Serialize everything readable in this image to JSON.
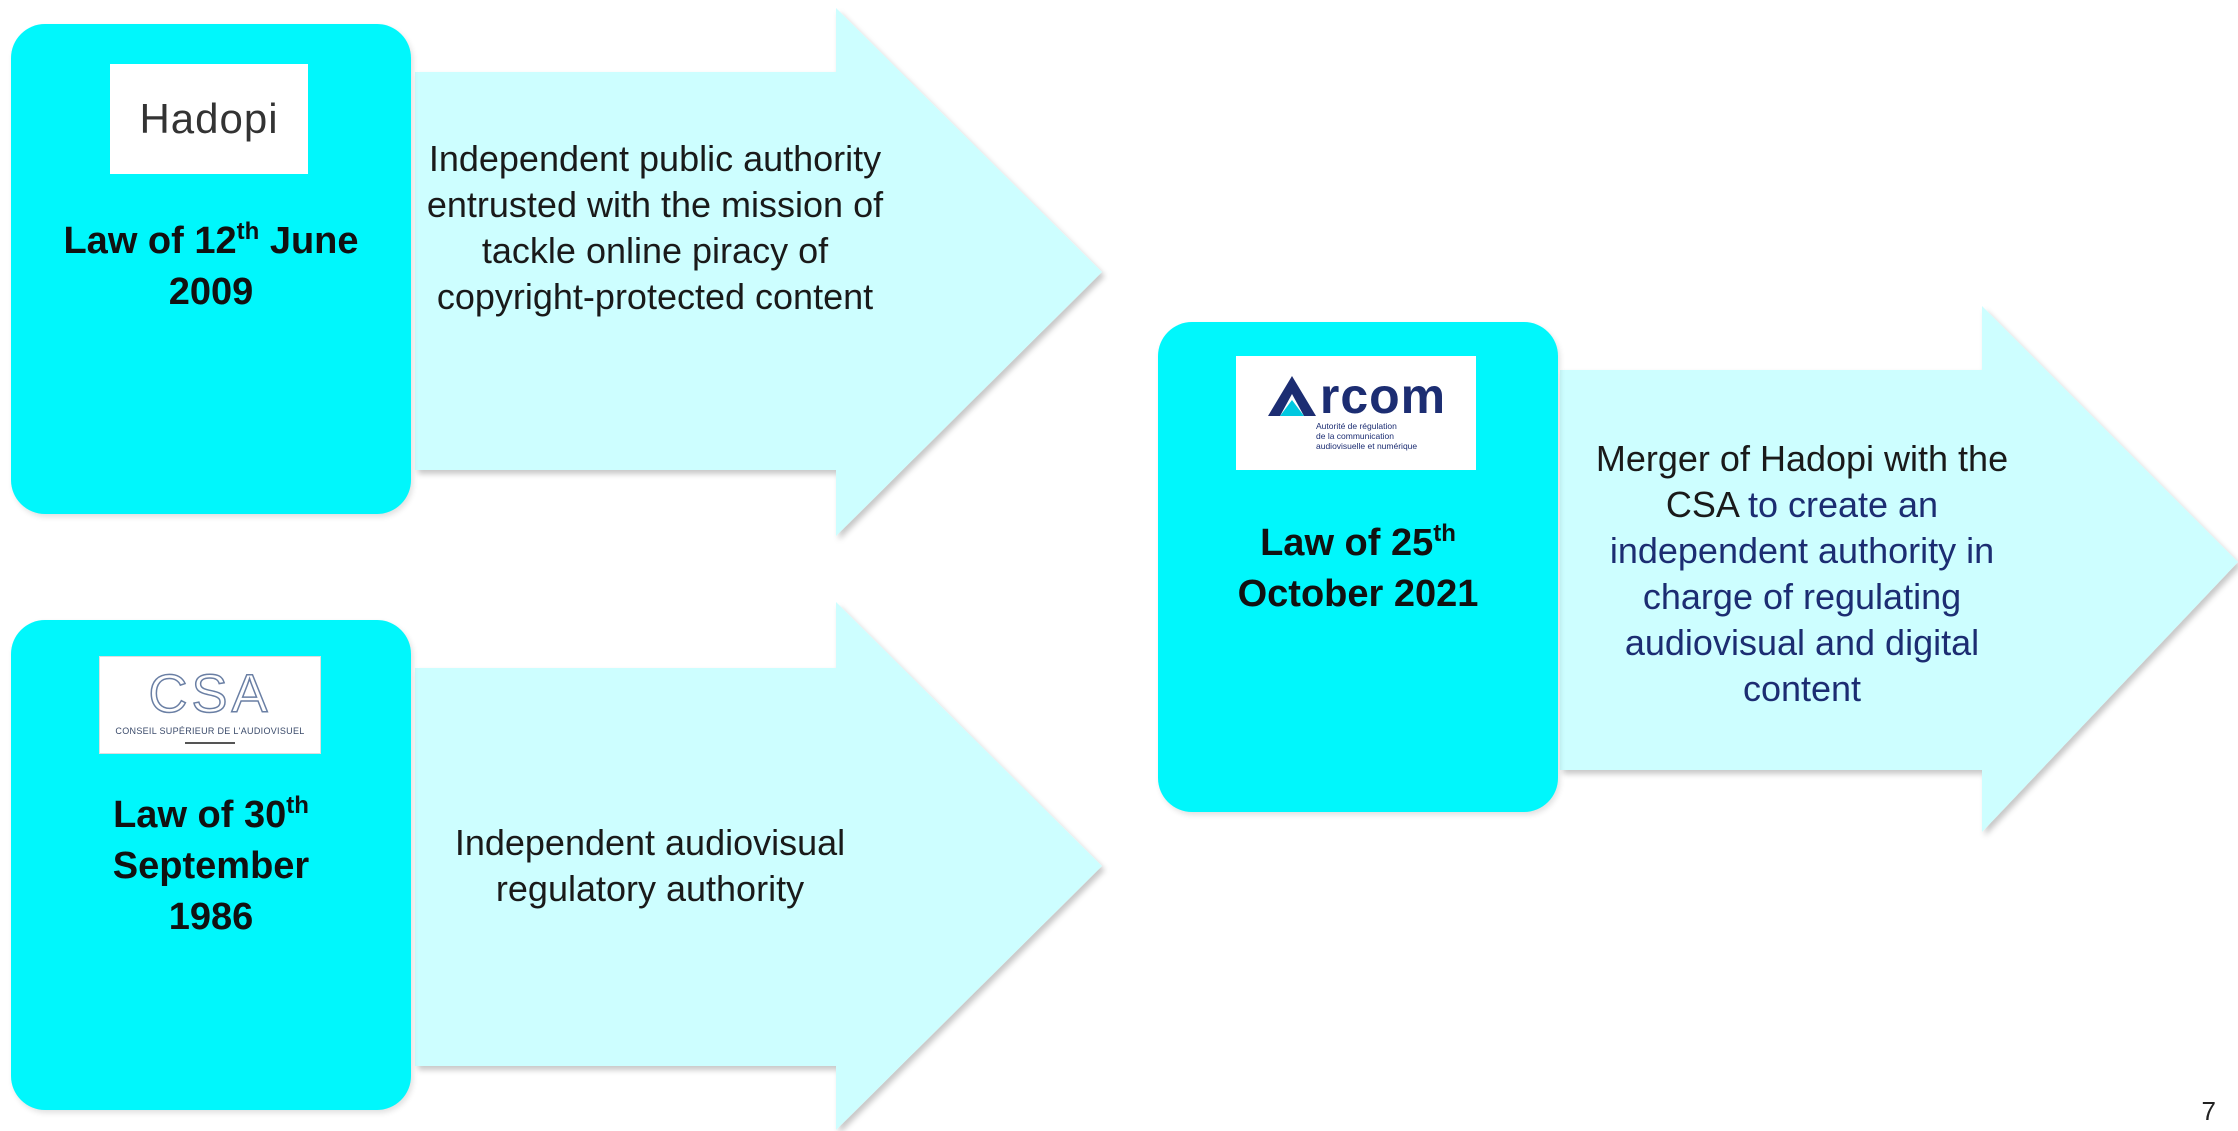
{
  "colors": {
    "box": "#00f7fc",
    "arrow": "#cdfeff",
    "arcom_navy": "#1c2d72"
  },
  "hadopi": {
    "logo_text": "Hadopi",
    "law_prefix": "Law of 12",
    "law_sup": "th",
    "law_suffix": " June",
    "law_year": "2009",
    "description": "Independent public authority entrusted with the mission of tackle online piracy of copyright-protected content"
  },
  "csa": {
    "logo_mark": "CSA",
    "logo_subtitle": "CONSEIL SUPÉRIEUR DE L'AUDIOVISUEL",
    "law_prefix": "Law of 30",
    "law_sup": "th",
    "law_month": "September",
    "law_year": "1986",
    "description": "Independent audiovisual regulatory authority"
  },
  "arcom": {
    "logo_text": "rcom",
    "logo_sub1": "Autorité de régulation",
    "logo_sub2": "de la communication",
    "logo_sub3": "audiovisuelle et numérique",
    "law_prefix": "Law of 25",
    "law_sup": "th",
    "law_line2": "October 2021",
    "desc_part1": "Merger of Hadopi with the CSA",
    "desc_part2": " to create an independent authority in charge of regulating audiovisual and digital content"
  },
  "page_number": "7"
}
